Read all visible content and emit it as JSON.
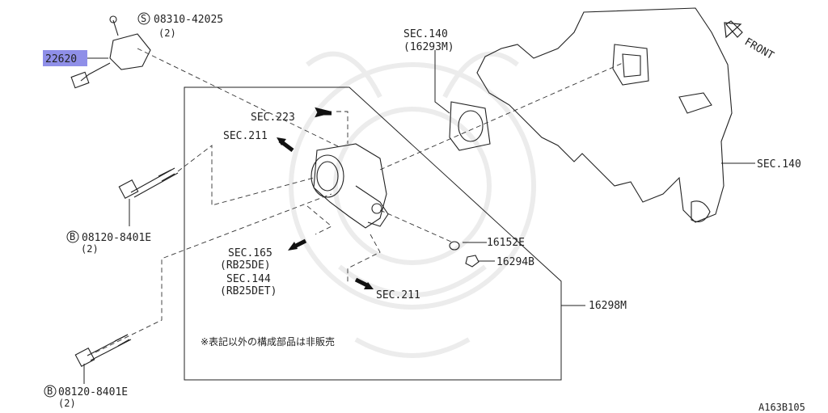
{
  "diagram": {
    "highlighted_part": "22620",
    "part_sensor_screw": "08310-42025",
    "part_sensor_screw_qty": "(2)",
    "sec140_top": "SEC.140",
    "sec140_top_code": "(16293M)",
    "front": "FRONT",
    "sec223": "SEC.223",
    "sec211_top": "SEC.211",
    "sec140_right": "SEC.140",
    "bolt1": "08120-8401E",
    "bolt1_qty": "(2)",
    "bolt2": "08120-8401E",
    "bolt2_qty": "(2)",
    "part_16152e": "16152E",
    "part_16294b": "16294B",
    "sec165": "SEC.165",
    "sec165_note": "(RB25DE)",
    "sec144": "SEC.144",
    "sec144_note": "(RB25DET)",
    "sec211_bottom": "SEC.211",
    "assembly": "16298M",
    "note_jp": "※表記以外の構成部品は非販売",
    "diagram_id": "A163B105",
    "circle_s": "S",
    "circle_b": "B"
  }
}
